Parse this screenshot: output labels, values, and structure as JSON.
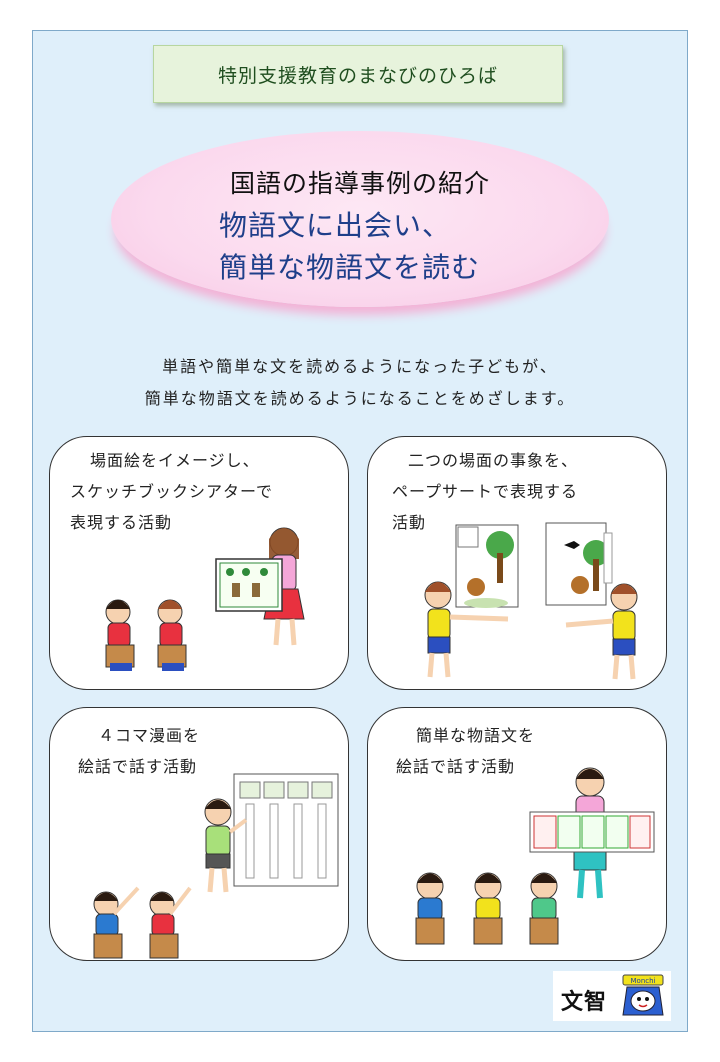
{
  "banner": {
    "title": "特別支援教育のまなびのひろば"
  },
  "header": {
    "title": "国語の指導事例の紹介",
    "subtitle_line1": "物語文に出会い、",
    "subtitle_line2": "簡単な物語文を読む"
  },
  "intro": {
    "line1": "単語や簡単な文を読めるようになった子どもが、",
    "line2": "簡単な物語文を読めるようになることをめざします。"
  },
  "panels": [
    {
      "lines": [
        "場面絵をイメージし、",
        "スケッチブックシアターで",
        "表現する活動"
      ]
    },
    {
      "lines": [
        "二つの場面の事象を、",
        "ペープサートで表現する",
        "活動"
      ]
    },
    {
      "lines": [
        "４コマ漫画を",
        "絵話で話す活動"
      ]
    },
    {
      "lines": [
        "簡単な物語文を",
        "絵話で話す活動"
      ]
    }
  ],
  "footer": {
    "logo_text": "文智",
    "mascot_label": "Monchi"
  },
  "colors": {
    "frame_bg": "#dfeffa",
    "banner_bg": "#e7f3dc",
    "oval_pink": "#fbd9ee",
    "subtitle_blue": "#1f3f8a"
  }
}
